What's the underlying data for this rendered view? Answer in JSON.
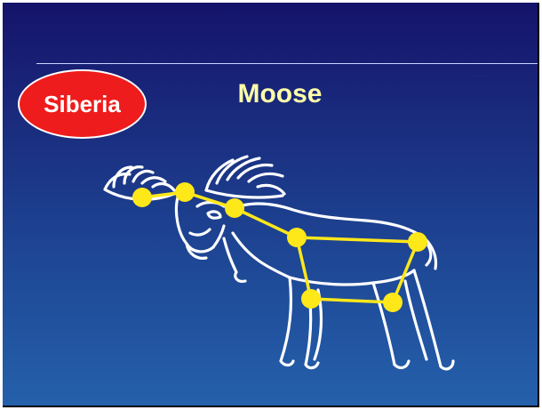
{
  "badge": {
    "label": "Siberia",
    "color": "#ee1c1c"
  },
  "title": "Moose",
  "faint_text": "···········",
  "constellation": {
    "star_color": "#ffe81a",
    "line_color": "#ffe81a",
    "outline_color": "#ffffff",
    "stars": 7
  }
}
